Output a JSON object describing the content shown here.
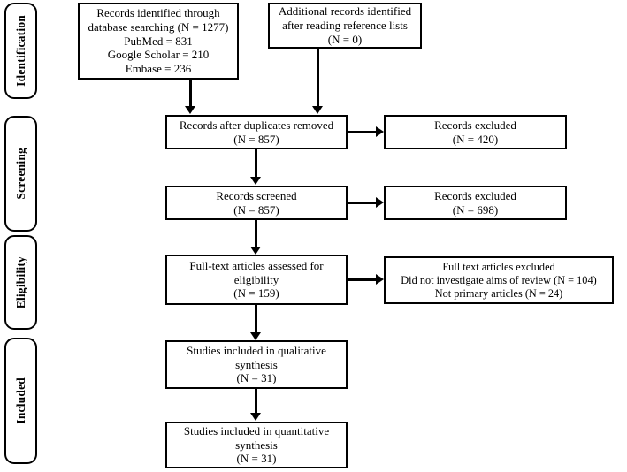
{
  "diagram": {
    "type": "prisma-flow-diagram",
    "title": "PRISMA study selection flow diagram",
    "colors": {
      "stroke": "#000000",
      "background": "#ffffff",
      "text": "#000000"
    }
  },
  "stages": [
    {
      "id": "identification",
      "label": "Identification"
    },
    {
      "id": "screening",
      "label": "Screening"
    },
    {
      "id": "eligibility",
      "label": "Eligibility"
    },
    {
      "id": "included",
      "label": "Included"
    }
  ],
  "nodes": {
    "database_search": {
      "lines": [
        "Records identified through",
        "database searching (N = 1277)",
        "PubMed = 831",
        "Google Scholar = 210",
        "Embase = 236"
      ],
      "count": 1277,
      "sources": [
        {
          "name": "PubMed",
          "count": 831
        },
        {
          "name": "Google Scholar",
          "count": 210
        },
        {
          "name": "Embase",
          "count": 236
        }
      ]
    },
    "additional_records": {
      "lines": [
        "Additional records identified",
        "after reading reference lists",
        "(N = 0)"
      ],
      "count": 0
    },
    "duplicates_removed": {
      "lines": [
        "Records after duplicates removed",
        "(N = 857)"
      ],
      "count": 857
    },
    "excluded_duplicates": {
      "lines": [
        "Records excluded",
        "(N = 420)"
      ],
      "count": 420
    },
    "records_screened": {
      "lines": [
        "Records screened",
        "(N = 857)"
      ],
      "count": 857
    },
    "excluded_screening": {
      "lines": [
        "Records excluded",
        "(N = 698)"
      ],
      "count": 698
    },
    "fulltext_assessed": {
      "lines": [
        "Full-text articles assessed for",
        "eligibility",
        "(N = 159)"
      ],
      "count": 159
    },
    "excluded_fulltext": {
      "lines": [
        "Full text articles excluded",
        "Did not investigate aims of review (N = 104)",
        "Not primary articles (N = 24)"
      ],
      "reasons": [
        {
          "reason": "Did not investigate aims of review",
          "count": 104
        },
        {
          "reason": "Not primary articles",
          "count": 24
        }
      ]
    },
    "qualitative_synthesis": {
      "lines": [
        "Studies included in qualitative",
        "synthesis",
        "(N = 31)"
      ],
      "count": 31
    },
    "quantitative_synthesis": {
      "lines": [
        "Studies included in quantitative",
        "synthesis",
        "(N = 31)"
      ],
      "count": 31
    }
  }
}
